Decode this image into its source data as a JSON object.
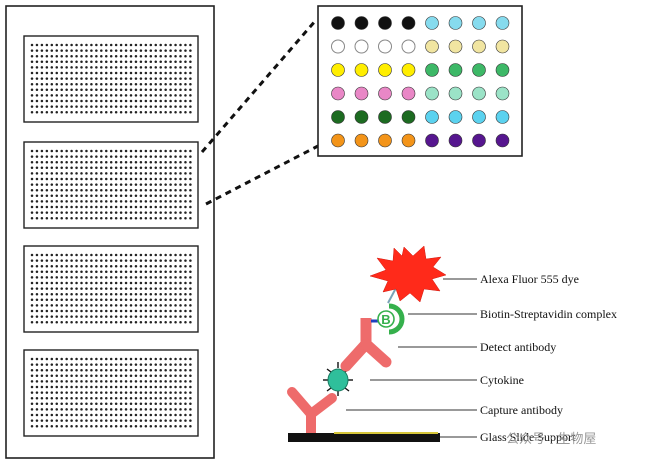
{
  "zoom_grid": {
    "colors": {
      "black": "#111111",
      "white": "#ffffff",
      "yellow": "#ffee00",
      "pink": "#e987c6",
      "dark_green": "#1d6b21",
      "orange": "#f39419",
      "light_blue": "#86dbee",
      "light_yellow": "#f1e5a1",
      "green": "#3db867",
      "light_green": "#9be3c7",
      "cyan": "#5bd2ef",
      "purple": "#56168f"
    },
    "rows": [
      [
        "black",
        "black",
        "black",
        "black",
        "light_blue",
        "light_blue",
        "light_blue",
        "light_blue"
      ],
      [
        "white",
        "white",
        "white",
        "white",
        "light_yellow",
        "light_yellow",
        "light_yellow",
        "light_yellow"
      ],
      [
        "yellow",
        "yellow",
        "yellow",
        "yellow",
        "green",
        "green",
        "green",
        "green"
      ],
      [
        "pink",
        "pink",
        "pink",
        "pink",
        "light_green",
        "light_green",
        "light_green",
        "light_green"
      ],
      [
        "dark_green",
        "dark_green",
        "dark_green",
        "dark_green",
        "cyan",
        "cyan",
        "cyan",
        "cyan"
      ],
      [
        "orange",
        "orange",
        "orange",
        "orange",
        "purple",
        "purple",
        "purple",
        "purple"
      ]
    ]
  },
  "slide": {
    "array_count": 4
  },
  "assay": {
    "biotin_letter": "B",
    "colors": {
      "antibody": "#ee6b6b",
      "cytokine": "#2fbf9b",
      "dye": "#ff2a1a",
      "biotin": "#35b04c",
      "glass": "#111111",
      "glass_stripe": "#d6c63a"
    }
  },
  "labels": [
    {
      "id": "dye",
      "text": "Alexa Fluor 555 dye"
    },
    {
      "id": "biotin",
      "text": "Biotin-Streptavidin complex"
    },
    {
      "id": "detect",
      "text": "Detect antibody"
    },
    {
      "id": "cytokine",
      "text": "Cytokine"
    },
    {
      "id": "capture",
      "text": "Capture antibody"
    },
    {
      "id": "glass",
      "text": "Glass Slide Support"
    }
  ],
  "watermark": "公众号 · 生物屋"
}
